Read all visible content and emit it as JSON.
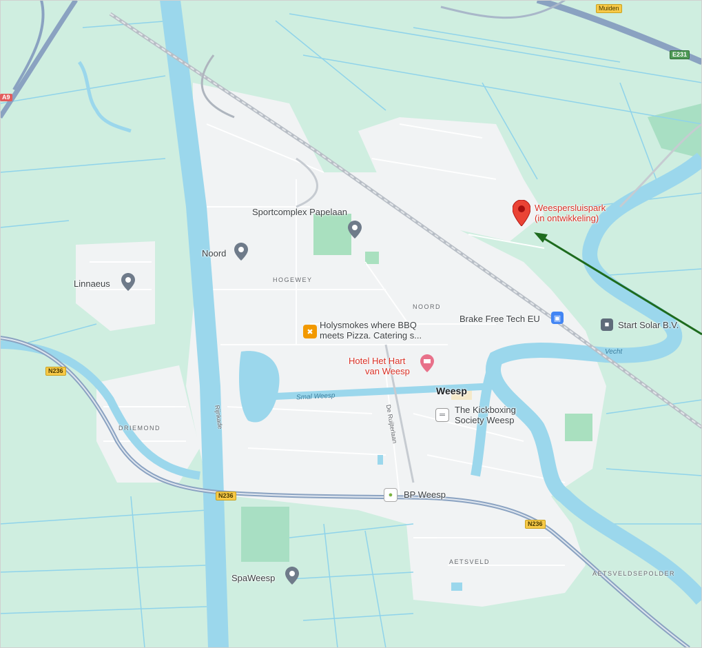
{
  "labels": {
    "sportcomplex": "Sportcomplex Papelaan",
    "noord_poi": "Noord",
    "linnaeus": "Linnaeus",
    "hogewey": "HOGEWEY",
    "noord_district": "NOORD",
    "holysmokes_1": "Holysmokes where BBQ",
    "holysmokes_2": "meets Pizza. Catering s...",
    "brake_free": "Brake Free Tech EU",
    "start_solar": "Start Solar B.V.",
    "vecht": "Vecht",
    "hotel_1": "Hotel Het Hart",
    "hotel_2": "van Weesp",
    "weesp": "Weesp",
    "kickboxing_1": "The Kickboxing",
    "kickboxing_2": "Society Weesp",
    "smal_weesp": "Smal Weesp",
    "driemond": "DRIEMOND",
    "bp": "BP Weesp",
    "aetsveld": "AETSVELD",
    "aetsveldsepolder": "AETSVELDSEPOLDER",
    "spaweesp": "SpaWeesp",
    "weesperluispark_1": "Weespersluispark",
    "weesperluispark_2": "(in ontwikkeling)",
    "rijnkade": "Rijnkade",
    "de_ruijterlaan": "De Ruijterlaan",
    "muiden": "Muiden"
  },
  "road_shields": {
    "n236_left": "N236",
    "n236_center": "N236",
    "n236_right": "N236",
    "e231": "E231",
    "a9": "A9"
  },
  "colors": {
    "land": "#cfeee0",
    "water": "#9bd7ec",
    "urban": "#f1f3f4",
    "road": "#ffffff",
    "highway": "#8aa2c1",
    "marker_red": "#ea4335",
    "arrow_green": "#1e6b1e"
  }
}
